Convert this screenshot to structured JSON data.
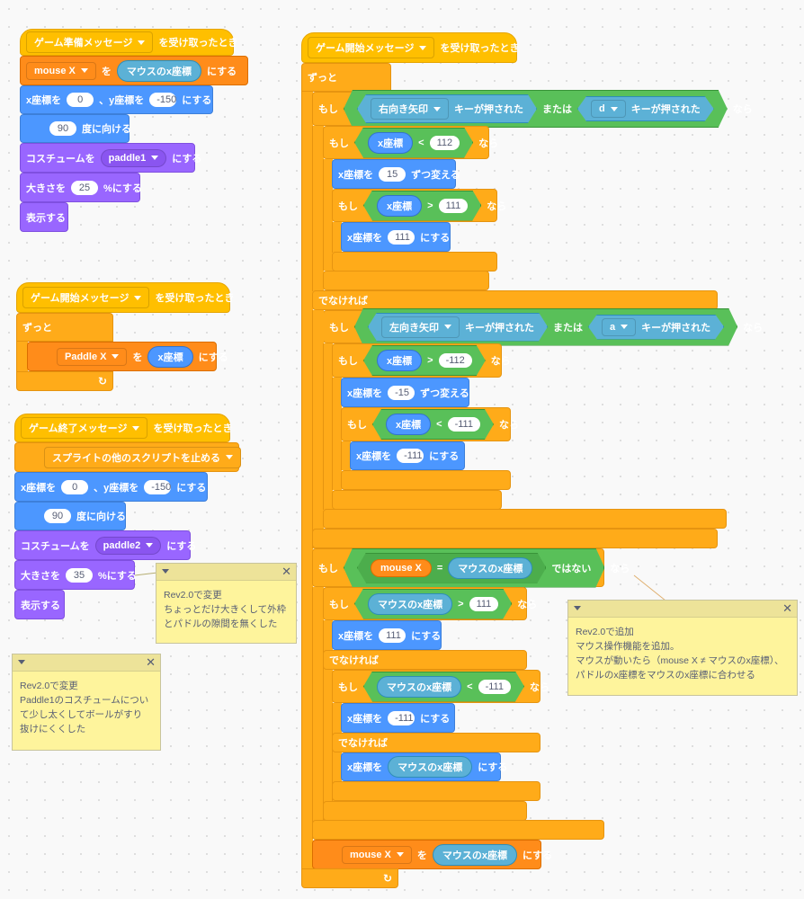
{
  "script1": {
    "hat_msg": "ゲーム準備メッセージ",
    "hat_suffix": "を受け取ったとき",
    "set_var": "mouse X",
    "set_wo": "を",
    "set_val": "マウスのx座標",
    "set_suffix": "にする",
    "goto_x_label": "x座標を",
    "goto_x": "0",
    "goto_y_label": "、y座標を",
    "goto_y": "-150",
    "goto_suffix": "にする",
    "point_val": "90",
    "point_suffix": "度に向ける",
    "costume_label": "コスチュームを",
    "costume_val": "paddle1",
    "costume_suffix": "にする",
    "size_label": "大きさを",
    "size_val": "25",
    "size_suffix": "%にする",
    "show": "表示する"
  },
  "script2": {
    "hat_msg": "ゲーム開始メッセージ",
    "hat_suffix": "を受け取ったとき",
    "forever": "ずっと",
    "set_var": "Paddle X",
    "set_wo": "を",
    "set_val": "x座標",
    "set_suffix": "にする"
  },
  "script3": {
    "hat_msg": "ゲーム終了メッセージ",
    "hat_suffix": "を受け取ったとき",
    "stop": "スプライトの他のスクリプトを止める",
    "goto_x_label": "x座標を",
    "goto_x": "0",
    "goto_y_label": "、y座標を",
    "goto_y": "-150",
    "goto_suffix": "にする",
    "point_val": "90",
    "point_suffix": "度に向ける",
    "costume_label": "コスチュームを",
    "costume_val": "paddle2",
    "costume_suffix": "にする",
    "size_label": "大きさを",
    "size_val": "35",
    "size_suffix": "%にする",
    "show": "表示する"
  },
  "main": {
    "hat_msg": "ゲーム開始メッセージ",
    "hat_suffix": "を受け取ったとき",
    "forever": "ずっと",
    "if": "もし",
    "then": "なら",
    "else": "でなければ",
    "or": "または",
    "key_pressed": "キーが押された",
    "right_key": "右向き矢印",
    "d_key": "d",
    "left_key": "左向き矢印",
    "a_key": "a",
    "x_pos": "x座標",
    "lt": "<",
    "gt": ">",
    "eq": "=",
    "v112": "112",
    "v111": "111",
    "vn112": "-112",
    "vn111": "-111",
    "change_label": "x座標を",
    "change_suffix": "ずつ変える",
    "change_pos": "15",
    "change_neg": "-15",
    "setx_label": "x座標を",
    "setx_suffix": "にする",
    "mouse_x_var": "mouse X",
    "mouse_x_sense": "マウスのx座標",
    "not": "ではない",
    "set_var_wo": "を",
    "set_suffix": "にする"
  },
  "notes": {
    "note1": "Rev2.0で変更\nちょっとだけ大きくして外枠\nとパドルの隙間を無くした",
    "note2": "Rev2.0で変更\nPaddle1のコスチュームについ\nて少し太くしてボールがすり\n抜けにくくした",
    "note3": "Rev2.0で追加\nマウス操作機能を追加。\nマウスが動いたら（mouse X ≠ マウスのx座標）、\nパドルのx座標をマウスのx座標に合わせる"
  },
  "icons": {
    "dropdown": "caret-down-icon",
    "loop_arrow": "loop-arrow-icon",
    "note_collapse": "chevron-down-icon",
    "note_close": "close-icon"
  }
}
